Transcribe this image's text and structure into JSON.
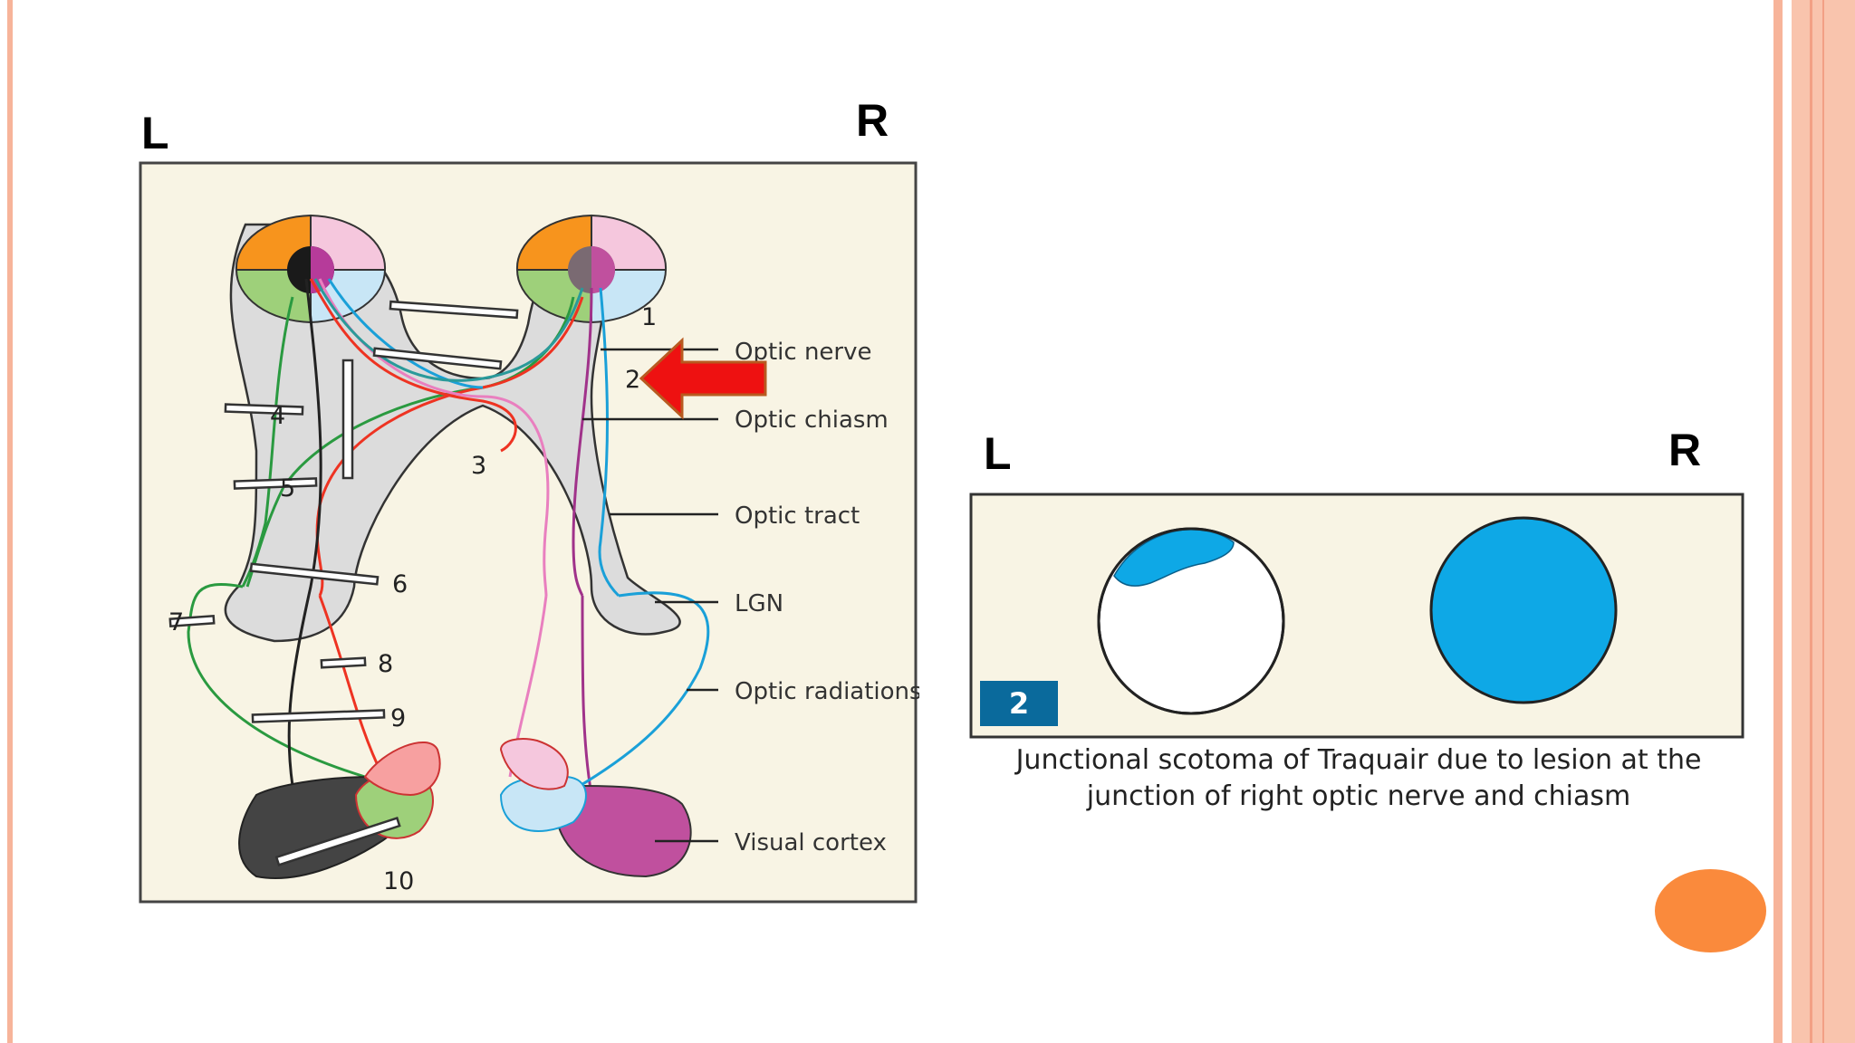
{
  "left_panel": {
    "side_left": "L",
    "side_right": "R",
    "lesion_numbers": [
      "1",
      "2",
      "3",
      "4",
      "5",
      "6",
      "7",
      "8",
      "9",
      "10"
    ],
    "structure_labels": {
      "optic_nerve": "Optic nerve",
      "optic_chiasm": "Optic chiasm",
      "optic_tract": "Optic tract",
      "lgn": "LGN",
      "optic_radiations": "Optic radiations",
      "visual_cortex": "Visual cortex"
    },
    "highlighted_lesion": "2",
    "pointer_arrow": "left-arrow-icon"
  },
  "right_panel": {
    "side_left": "L",
    "side_right": "R",
    "panel_badge": "2",
    "caption_line1": "Junctional scotoma of Traquair due to lesion at the",
    "caption_line2": "junction of right optic nerve and chiasm"
  },
  "colors": {
    "panel_bg": "#f8f4e4",
    "defect_blue": "#0ea8e6",
    "badge_blue": "#0a6a9c",
    "arrow_red": "#ee1111",
    "accent_orange": "#fa8a3c",
    "border_salmon": "#f7b49a"
  }
}
